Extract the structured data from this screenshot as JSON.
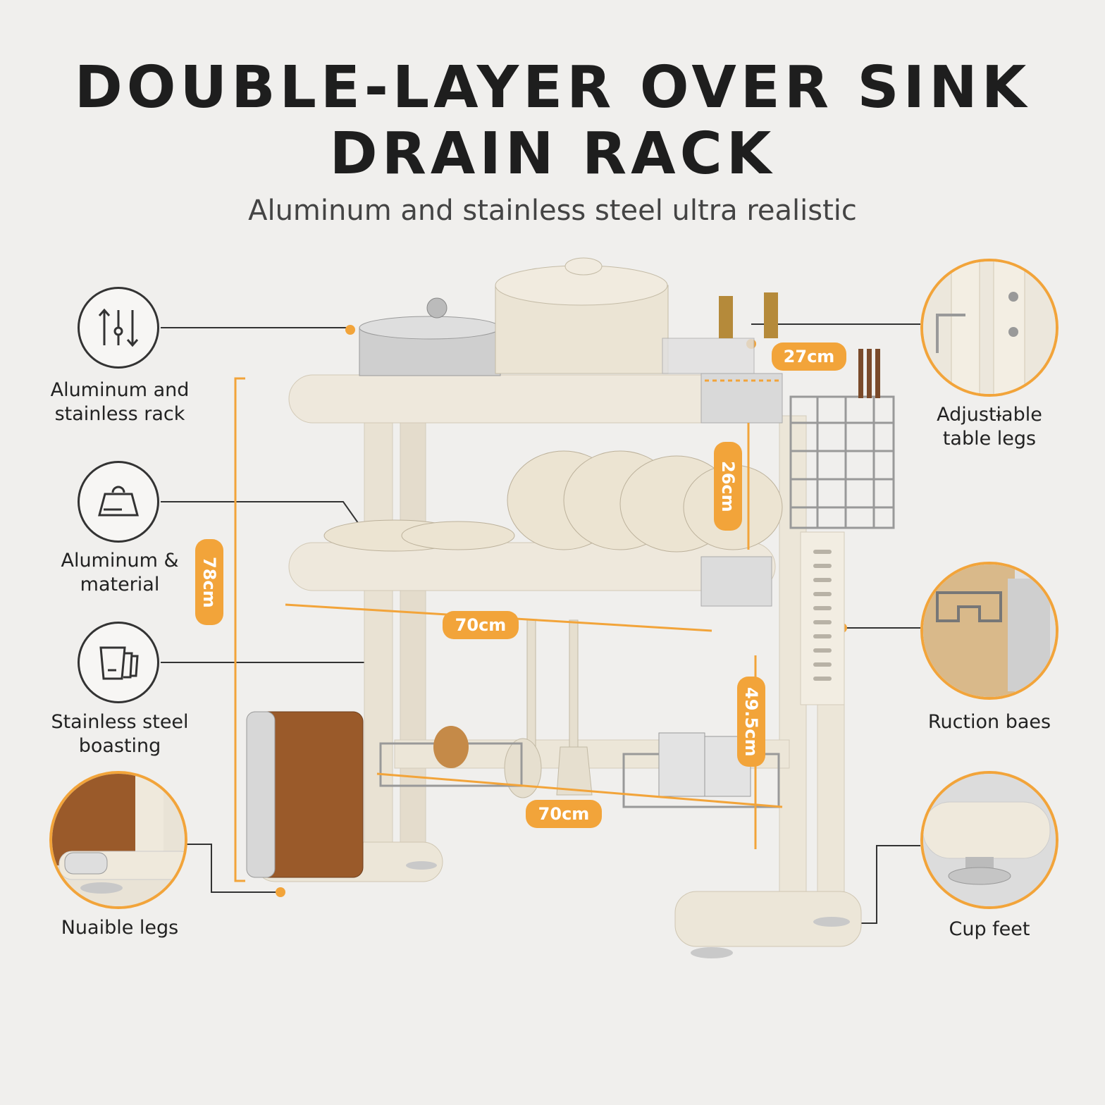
{
  "header": {
    "title_line1": "DOUBLE-LAYER OVER SINK",
    "title_line2": "DRAIN RACK",
    "subtitle": "Aluminum and stainless steel ultra realistic"
  },
  "features_left": [
    {
      "icon": "adjust-arrows-icon",
      "label_line1": "Aluminum and",
      "label_line2": "stainless rack"
    },
    {
      "icon": "cutting-board-icon",
      "label_line1": "Aluminum &",
      "label_line2": "material"
    },
    {
      "icon": "cups-icon",
      "label_line1": "Stainless steel",
      "label_line2": "boasting"
    },
    {
      "icon": "leg-detail-photo",
      "label_line1": "Nuaible legs",
      "label_line2": ""
    }
  ],
  "features_right": [
    {
      "icon": "leg-bracket-photo",
      "label_line1": "Adjustɨable",
      "label_line2": "table legs"
    },
    {
      "icon": "board-holder-photo",
      "label_line1": "Ruction baes",
      "label_line2": ""
    },
    {
      "icon": "cup-foot-photo",
      "label_line1": "Cup feet",
      "label_line2": ""
    }
  ],
  "dimensions": {
    "height_total": "78cm",
    "width_middle": "70cm",
    "width_bottom": "70cm",
    "depth": "27cm",
    "layer_gap": "26cm",
    "leg_height": "49.5cm"
  },
  "colors": {
    "accent": "#f2a43a",
    "rack": "#ece5d6",
    "text": "#1e1e1e"
  }
}
